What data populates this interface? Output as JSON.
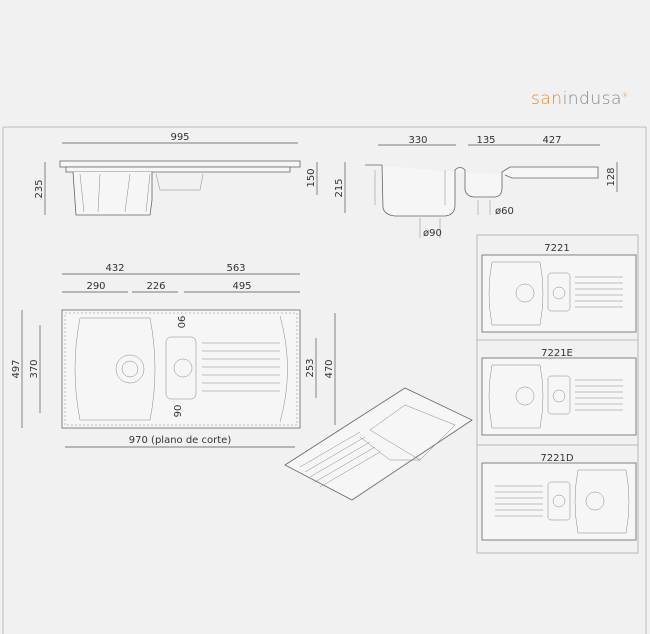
{
  "brand": {
    "prefix": "san",
    "suffix": "indusa",
    "mark": "®",
    "accent": "#e8862a"
  },
  "side_view": {
    "width": "995",
    "height": "235",
    "depth": "150"
  },
  "cross_section": {
    "bowl_width": "330",
    "small_bowl": "135",
    "drainer": "427",
    "height": "215",
    "drainer_height": "128",
    "drain_large": "ø90",
    "drain_small": "ø60"
  },
  "plan_view": {
    "left_total": "432",
    "right_total": "563",
    "left_center": "290",
    "between_centers": "226",
    "right_center": "495",
    "total_depth": "497",
    "bowl_depth": "370",
    "small_bowl_depth": "253",
    "cut_depth": "470",
    "cut_width": "970 (plano de corte)",
    "tap_offset_top": "90",
    "tap_offset_bottom": "90"
  },
  "variants": [
    {
      "label": "7221"
    },
    {
      "label": "7221E"
    },
    {
      "label": "7221D"
    }
  ]
}
